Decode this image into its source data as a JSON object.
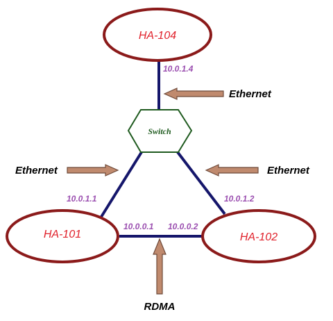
{
  "nodes": {
    "ha104": "HA-104",
    "ha101": "HA-101",
    "ha102": "HA-102",
    "switch": "Switch"
  },
  "ips": {
    "ha104_eth": "10.0.1.4",
    "ha101_eth": "10.0.1.1",
    "ha102_eth": "10.0.1.2",
    "ha101_rdma": "10.0.0.1",
    "ha102_rdma": "10.0.0.2"
  },
  "labels": {
    "ethernet_top": "Ethernet",
    "ethernet_left": "Ethernet",
    "ethernet_right": "Ethernet",
    "rdma": "RDMA"
  },
  "colors": {
    "node_border": "#8b1a1a",
    "node_text": "#e0202a",
    "link": "#15166b",
    "switch_border": "#1e5a1e",
    "switch_text": "#1e5a1e",
    "ip_text": "#9b4fb0",
    "arrow_fill": "#c08a6e",
    "arrow_stroke": "#6e4a3a"
  }
}
